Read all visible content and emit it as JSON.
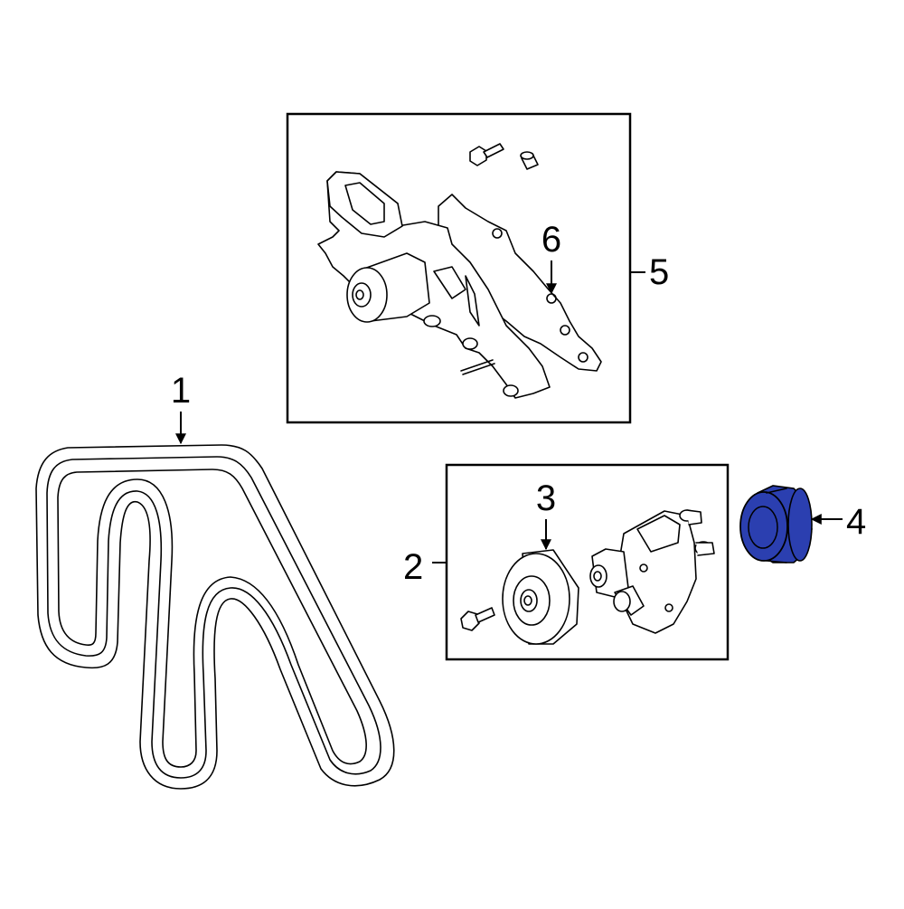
{
  "callouts": {
    "c1": "1",
    "c2": "2",
    "c3": "3",
    "c4": "4",
    "c5": "5",
    "c6": "6"
  },
  "parts": {
    "highlight_color": "#2b3fb0"
  }
}
